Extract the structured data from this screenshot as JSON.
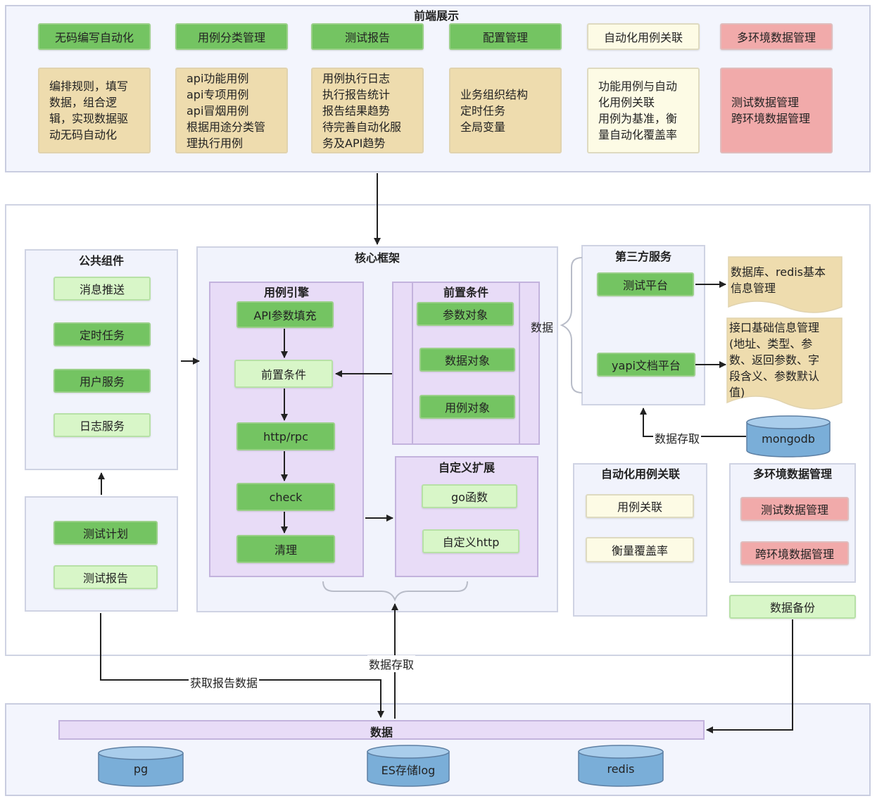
{
  "frontend": {
    "title": "前端展示",
    "headers": [
      "无码编写自动化",
      "用例分类管理",
      "测试报告",
      "配置管理",
      "自动化用例关联",
      "多环境数据管理"
    ],
    "notes": [
      "编排规则，填写\n数据，组合逻\n辑，实现数据驱\n动无码自动化",
      "api功能用例\napi专项用例\napi冒烟用例\n根据用途分类管\n理执行用例",
      "用例执行日志\n执行报告统计\n报告结果趋势\n待完善自动化服\n务及API趋势",
      "业务组织结构\n定时任务\n全局变量",
      "功能用例与自动\n化用例关联\n用例为基准，衡\n量自动化覆盖率",
      "测试数据管理\n跨环境数据管理"
    ]
  },
  "common": {
    "title": "公共组件",
    "items": [
      "消息推送",
      "定时任务",
      "用户服务",
      "日志服务"
    ]
  },
  "plan": {
    "items": [
      "测试计划",
      "测试报告"
    ]
  },
  "core": {
    "title": "核心框架",
    "engine": {
      "title": "用例引擎",
      "steps": [
        "API参数填充",
        "前置条件",
        "http/rpc",
        "check",
        "清理"
      ]
    },
    "precondition": {
      "title": "前置条件",
      "items": [
        "参数对象",
        "数据对象",
        "用例对象"
      ]
    },
    "extension": {
      "title": "自定义扩展",
      "items": [
        "go函数",
        "自定义http"
      ]
    }
  },
  "third": {
    "title": "第三方服务",
    "items": [
      "测试平台",
      "yapi文档平台"
    ],
    "data_label": "数据",
    "docs": [
      "数据库、redis基本\n信息管理",
      "接口基础信息管理\n(地址、类型、参\n数、返回参数、字\n段含义、参数默认\n值)"
    ],
    "access_label": "数据存取",
    "db": "mongodb"
  },
  "assoc": {
    "title": "自动化用例关联",
    "items": [
      "用例关联",
      "衡量覆盖率"
    ]
  },
  "multi": {
    "title": "多环境数据管理",
    "items": [
      "测试数据管理",
      "跨环境数据管理"
    ],
    "backup": "数据备份"
  },
  "data_layer": {
    "title": "数据",
    "report_label": "获取报告数据",
    "access_label": "数据存取",
    "dbs": [
      "pg",
      "ES存储log",
      "redis"
    ]
  }
}
